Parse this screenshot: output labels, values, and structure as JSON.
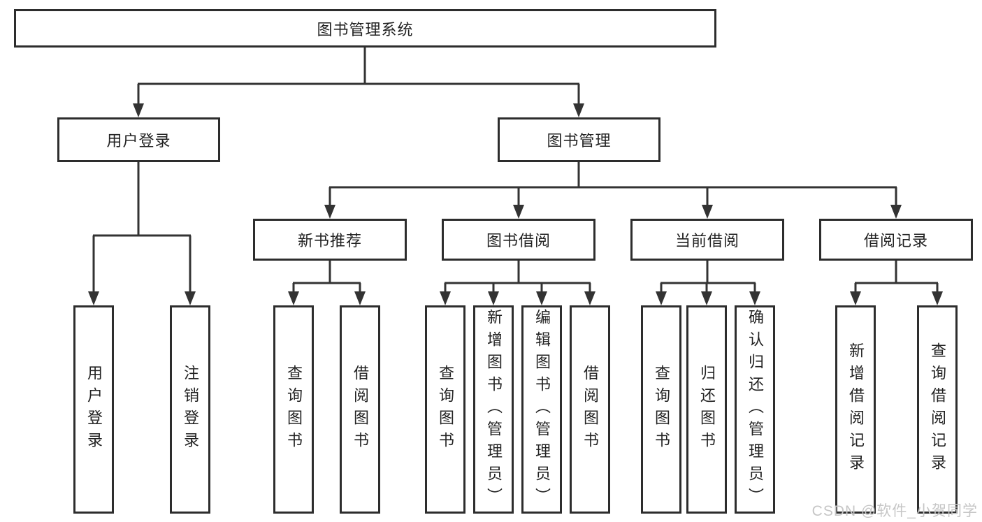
{
  "diagram": {
    "root_label": "图书管理系统",
    "user_login": {
      "label": "用户登录",
      "children": [
        "用户登录",
        "注销登录"
      ]
    },
    "book_mgmt": {
      "label": "图书管理"
    },
    "sections": [
      {
        "label": "新书推荐",
        "children": [
          "查询图书",
          "借阅图书"
        ]
      },
      {
        "label": "图书借阅",
        "children": [
          "查询图书",
          "新增图书（管理员）",
          "编辑图书（管理员）",
          "借阅图书"
        ]
      },
      {
        "label": "当前借阅",
        "children": [
          "查询图书",
          "归还图书",
          "确认归还（管理员）"
        ]
      },
      {
        "label": "借阅记录",
        "children": [
          "新增借阅记录",
          "查询借阅记录"
        ]
      }
    ]
  },
  "watermark": "CSDN @软件_小贺同学",
  "colors": {
    "line": "#333333",
    "box_border": "#2d2d2d",
    "text": "#222222",
    "watermark": "#c6c6c6",
    "background": "#ffffff"
  }
}
